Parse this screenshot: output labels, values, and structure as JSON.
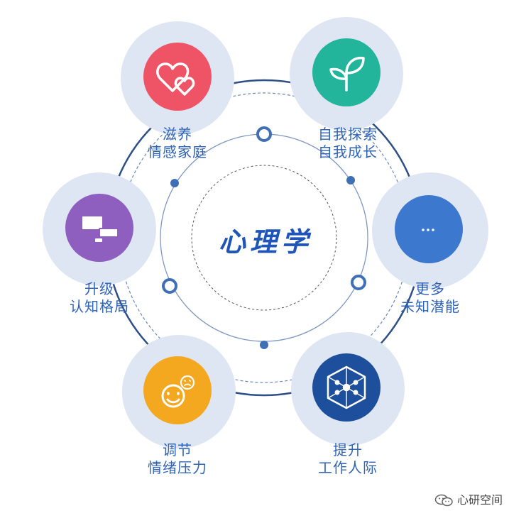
{
  "center": {
    "title": "心理学"
  },
  "nodes": [
    {
      "id": "nurture",
      "line1": "滋养",
      "line2": "情感家庭",
      "icon": "hearts-icon",
      "color": "#ef5466"
    },
    {
      "id": "explore",
      "line1": "自我探索",
      "line2": "自我成长",
      "icon": "sprout-icon",
      "color": "#22b59b"
    },
    {
      "id": "more",
      "line1": "更多",
      "line2": "未知潜能",
      "icon": "ellipsis-icon",
      "color": "#3d78cf"
    },
    {
      "id": "relations",
      "line1": "提升",
      "line2": "工作人际",
      "icon": "network-cube-icon",
      "color": "#1e4f9c"
    },
    {
      "id": "stress",
      "line1": "调节",
      "line2": "情绪压力",
      "icon": "emoji-faces-icon",
      "color": "#f3a81f"
    },
    {
      "id": "cognition",
      "line1": "升级",
      "line2": "认知格局",
      "icon": "chat-blocks-icon",
      "color": "#8f5fc0"
    }
  ],
  "colors": {
    "ring": "#3f6fb5",
    "halo": "#dfe6f3",
    "accent": "#2f63b8"
  },
  "watermark": {
    "text": "心研空间",
    "icon": "wechat-icon"
  }
}
